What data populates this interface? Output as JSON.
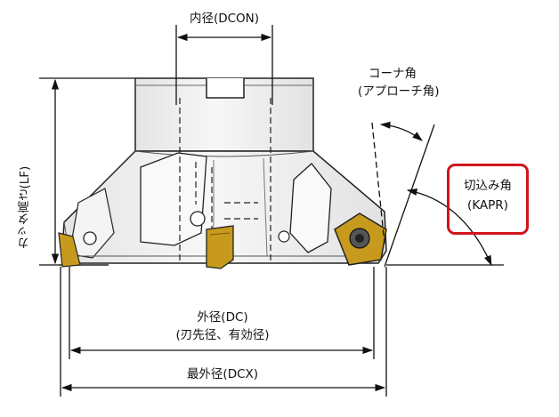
{
  "labels": {
    "dcon": "内径(DCON)",
    "lf": "カッタ高さ(LF)",
    "corner_angle_1": "コーナ角",
    "corner_angle_2": "(アプローチ角)",
    "kapr_1": "切込み角",
    "kapr_2": "(KAPR)",
    "dc_1": "外径(DC)",
    "dc_2": "(刃先径、有効径)",
    "dcx": "最外径(DCX)"
  },
  "colors": {
    "highlight_box": "#d0141e",
    "body_fill": "#f1f1f1",
    "insert_gold": "#c79a1e"
  }
}
